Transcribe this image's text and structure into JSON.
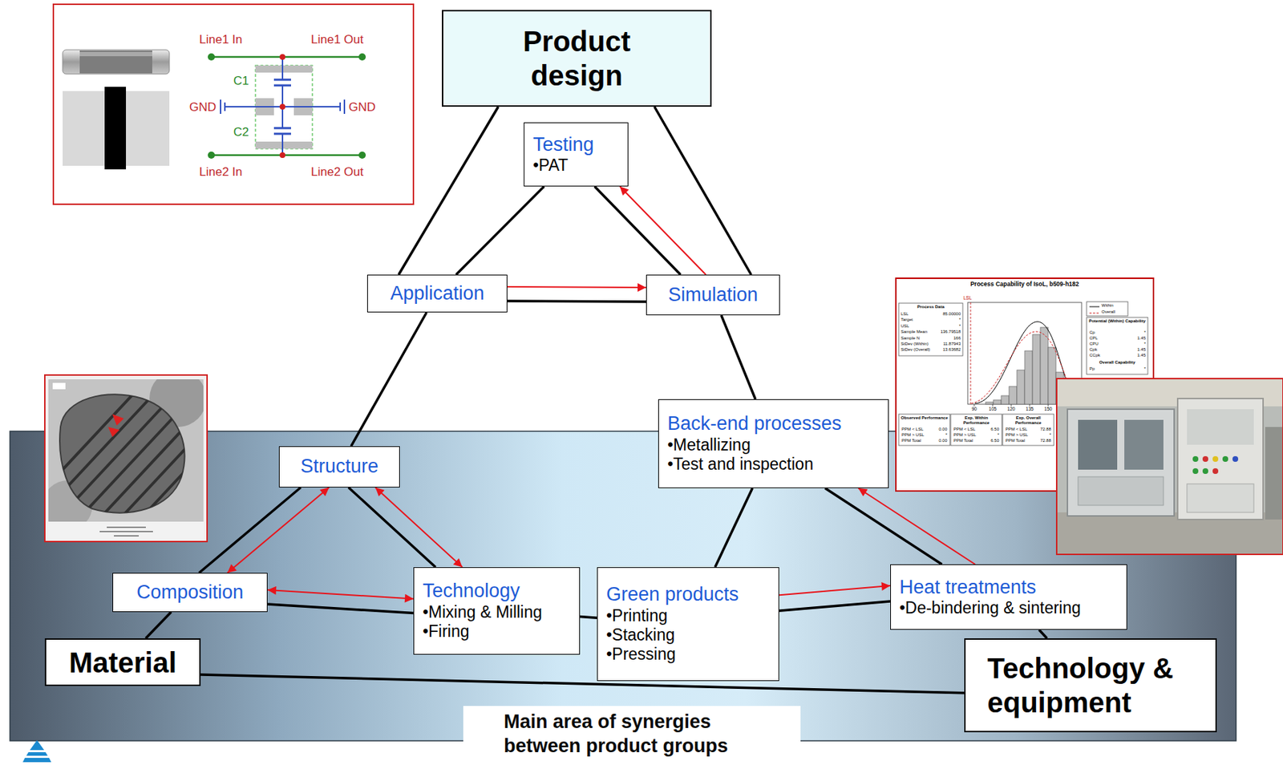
{
  "diagram": {
    "nodes": [
      {
        "text": [
          "Product design"
        ]
      },
      {
        "text": [
          "Testing",
          "•PAT"
        ]
      },
      {
        "text": [
          "Application"
        ]
      },
      {
        "text": [
          "Simulation"
        ]
      },
      {
        "text": [
          "Back-end processes",
          "•Metallizing",
          "•Test and inspection"
        ]
      },
      {
        "text": [
          "Structure"
        ]
      },
      {
        "text": [
          "Composition"
        ]
      },
      {
        "text": [
          "Technology",
          "•Mixing & Milling",
          "•Firing"
        ]
      },
      {
        "text": [
          "Green products",
          "•Printing",
          "•Stacking",
          "•Pressing"
        ]
      },
      {
        "text": [
          "Heat treatments",
          "•De-bindering & sintering"
        ]
      },
      {
        "text": [
          "Material"
        ]
      },
      {
        "text": [
          "Technology & equipment"
        ]
      },
      {
        "text": [
          "Main area of synergies between product groups"
        ]
      }
    ],
    "edges": [
      {
        "from": 0,
        "to": 2,
        "arrow": "none"
      },
      {
        "from": 0,
        "to": 3,
        "arrow": "none"
      },
      {
        "from": 1,
        "to": 2,
        "arrow": "none"
      },
      {
        "from": 1,
        "to": 3,
        "arrow": "none"
      },
      {
        "from": 3,
        "to": 1,
        "arrow": "to"
      },
      {
        "from": 2,
        "to": 3,
        "arrow": "none"
      },
      {
        "from": 2,
        "to": 3,
        "arrow": "to"
      },
      {
        "from": 2,
        "to": 5,
        "arrow": "none"
      },
      {
        "from": 3,
        "to": 4,
        "arrow": "none"
      },
      {
        "from": 6,
        "to": 5,
        "arrow": "none"
      },
      {
        "from": 6,
        "to": 5,
        "arrow": "both"
      },
      {
        "from": 5,
        "to": 7,
        "arrow": "none"
      },
      {
        "from": 5,
        "to": 7,
        "arrow": "both"
      },
      {
        "from": 6,
        "to": 7,
        "arrow": "none"
      },
      {
        "from": 6,
        "to": 7,
        "arrow": "both"
      },
      {
        "from": 7,
        "to": 8,
        "arrow": "none"
      },
      {
        "from": 4,
        "to": 8,
        "arrow": "none"
      },
      {
        "from": 4,
        "to": 9,
        "arrow": "none"
      },
      {
        "from": 9,
        "to": 4,
        "arrow": "to"
      },
      {
        "from": 8,
        "to": 9,
        "arrow": "none"
      },
      {
        "from": 8,
        "to": 9,
        "arrow": "to"
      },
      {
        "from": 10,
        "to": 11,
        "arrow": "none"
      },
      {
        "from": 10,
        "to": 6,
        "arrow": "none"
      },
      {
        "from": 11,
        "to": 9,
        "arrow": "none"
      }
    ],
    "labels": [
      "Line1 In",
      "Line1 Out",
      "C1",
      "GND",
      "GND",
      "C2",
      "Line2 In",
      "Line2 Out",
      "Process Capability of IsoL, b509-h182",
      "Process Data",
      "LSL",
      "85.00000",
      "Target",
      "*",
      "USL",
      "*",
      "Sample Mean",
      "136.79518",
      "Sample N",
      "166",
      "StDev (Within)",
      "11.87943",
      "StDev (Overall)",
      "13.63682",
      "LSL",
      "Within",
      "Overall",
      "Potential (Within) Capability",
      "Cp",
      "*",
      "CPL",
      "1.45",
      "CPU",
      "*",
      "Cpk",
      "1.45",
      "CCpk",
      "1.45",
      "90",
      "105",
      "120",
      "135",
      "150",
      "Observed Performance",
      "PPM < LSL",
      "0.00",
      "PPM > USL",
      "*",
      "PPM Total",
      "0.00",
      "Exp. Within Performance",
      "PPM < LSL",
      "6.50",
      "PPM > USL",
      "*",
      "PPM Total",
      "6.50",
      "Exp. Overall Performance",
      "PPM < LSL",
      "72.88",
      "PPM > USL",
      "*",
      "PPM Total",
      "72.88",
      "Overall Capability",
      "Pp",
      "*"
    ]
  }
}
